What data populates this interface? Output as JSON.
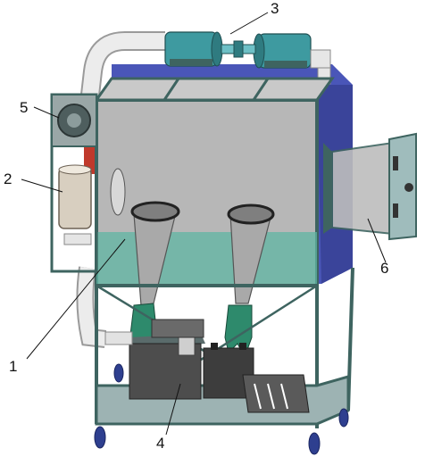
{
  "callouts": [
    {
      "id": "1",
      "label": "1"
    },
    {
      "id": "2",
      "label": "2"
    },
    {
      "id": "3",
      "label": "3"
    },
    {
      "id": "4",
      "label": "4"
    },
    {
      "id": "5",
      "label": "5"
    },
    {
      "id": "6",
      "label": "6"
    }
  ],
  "colors": {
    "frame": "#5f8a86",
    "frame_dark": "#3e6460",
    "back_panel": "#4a56b8",
    "glass": "#b5b5b5",
    "floor_tint": "#5fb5a3",
    "glove_green": "#2e8a6c",
    "sleeve": "#a9a9a9",
    "blower": "#3e9aa0",
    "pipe": "#e2e2e2",
    "box_dark": "#4d4d4d",
    "base_shelf": "#9db3b3"
  }
}
